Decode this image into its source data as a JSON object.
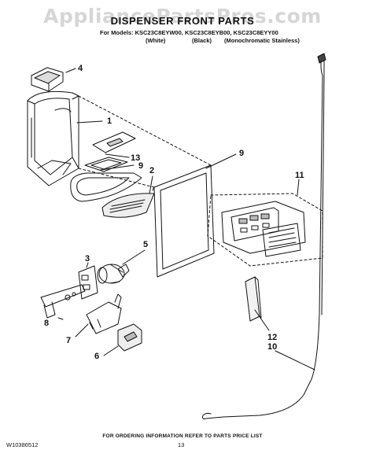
{
  "watermark": "AppliancePartsPros.com",
  "header": {
    "title": "DISPENSER FRONT PARTS",
    "models_line": "For Models: KSC23C8EYW00, KSC23C8EYB00, KSC23C8EYY00",
    "variants": [
      "(White)",
      "(Black)",
      "(Monochromatic Stainless)"
    ]
  },
  "callouts": [
    "4",
    "1",
    "13",
    "9",
    "2",
    "9",
    "11",
    "5",
    "3",
    "8",
    "7",
    "6",
    "12",
    "10"
  ],
  "footer": {
    "ordering_note": "FOR ORDERING INFORMATION REFER TO PARTS PRICE LIST",
    "doc_number": "W10386512",
    "page_number": "13"
  },
  "colors": {
    "line": "#111111",
    "watermark": "#d6d6d6",
    "background": "#ffffff"
  }
}
